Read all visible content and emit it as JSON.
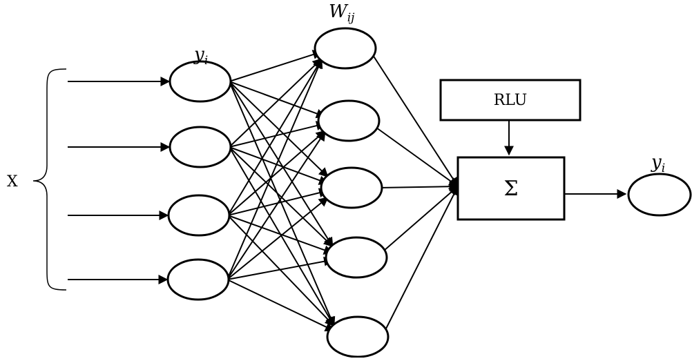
{
  "labels": {
    "input": "X",
    "input_node": "y",
    "input_node_sub": "i",
    "weights": "W",
    "weights_sub": "ij",
    "activation": "RLU",
    "sum": "Σ",
    "output_node": "y",
    "output_node_sub": "i"
  },
  "structure": {
    "input_lines": 4,
    "input_nodes": 4,
    "hidden_nodes": 5,
    "output_nodes": 1
  }
}
